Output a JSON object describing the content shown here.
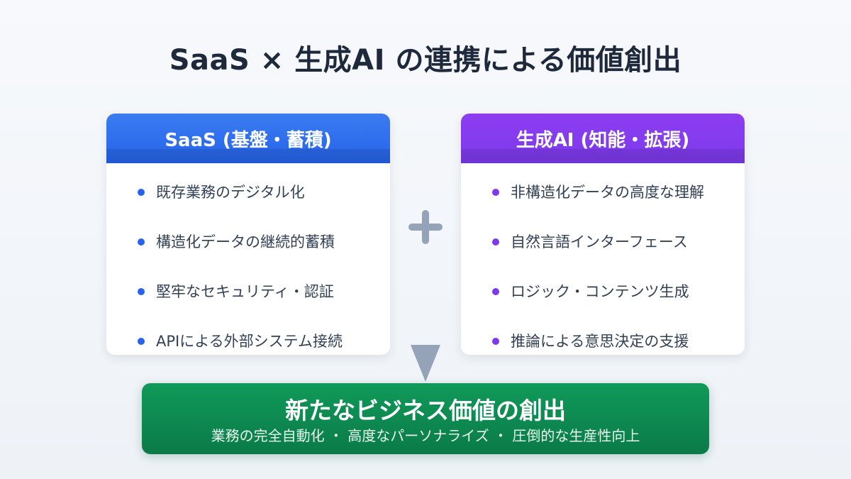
{
  "title": "SaaS × 生成AI の連携による価値創出",
  "left_card": {
    "heading": "SaaS (基盤・蓄積)",
    "accent": "#2563eb",
    "items": [
      "既存業務のデジタル化",
      "構造化データの継続的蓄積",
      "堅牢なセキュリティ・認証",
      "APIによる外部システム接続"
    ]
  },
  "right_card": {
    "heading": "生成AI (知能・拡張)",
    "accent": "#7c3aed",
    "items": [
      "非構造化データの高度な理解",
      "自然言語インターフェース",
      "ロジック・コンテンツ生成",
      "推論による意思決定の支援"
    ]
  },
  "connector": {
    "plus_icon": "plus-icon",
    "arrow_icon": "arrow-down-icon",
    "color": "#94a3b8"
  },
  "result": {
    "title": "新たなビジネス価値の創出",
    "subtitle": "業務の完全自動化 ・ 高度なパーソナライズ ・ 圧倒的な生産性向上",
    "color": "#0f8a50"
  }
}
